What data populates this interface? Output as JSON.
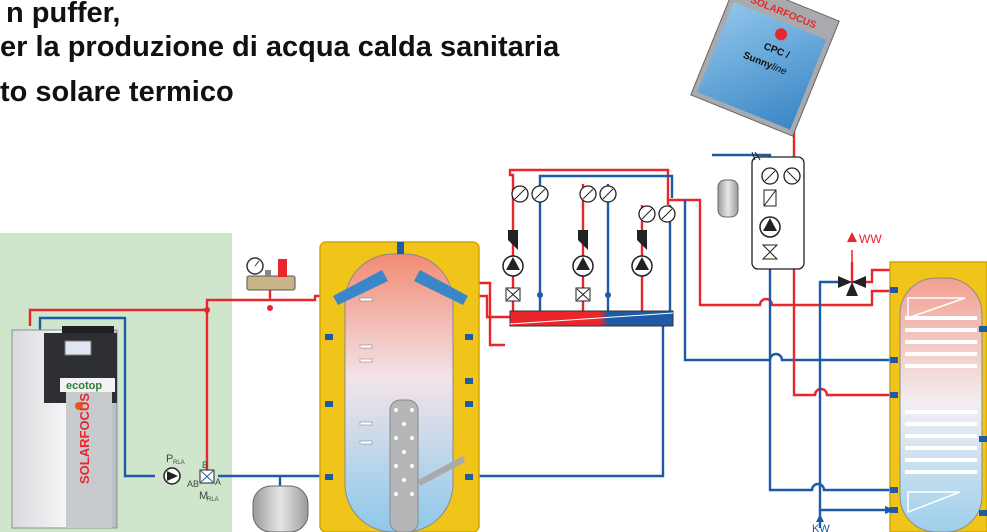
{
  "title": {
    "line1": "n puffer,",
    "line2": "er la produzione di acqua calda sanitaria",
    "line3": "to solare termico"
  },
  "collector": {
    "brand": "SOLARFOCUS",
    "model_line1": "CPC /",
    "model_line2_a": "Sunny",
    "model_line2_b": "line"
  },
  "boiler": {
    "product": "ecotop",
    "brand": "SOLARFOCUS"
  },
  "valve_labels": {
    "p_rla": "P",
    "p_rla_sub": "RLA",
    "m_rla": "M",
    "m_rla_sub": "RLA",
    "ab": "AB",
    "a": "A",
    "b": "B"
  },
  "dhw": {
    "ww": "WW",
    "kw": "KW"
  },
  "colors": {
    "hot": "#e8262b",
    "cold": "#1f5aa6",
    "tank_outline": "#e8b400",
    "room_bg": "#cfe6cc"
  }
}
